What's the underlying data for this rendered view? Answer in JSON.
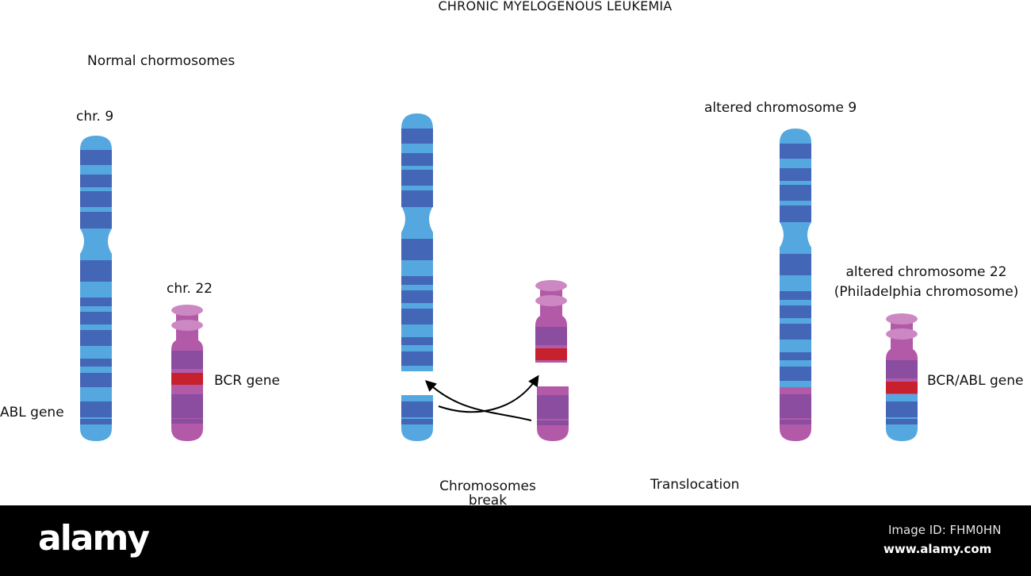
{
  "title": "CHRONIC MYELOGENOUS LEUKEMIA",
  "labels": {
    "normal_chromosomes": "Normal chormosomes",
    "chr9": "chr. 9",
    "chr22": "chr. 22",
    "bcr_gene": "BCR gene",
    "abl_gene": "ABL gene",
    "chromosomes_break_line1": "Chromosomes",
    "chromosomes_break_line2": "break",
    "translocation": "Translocation",
    "altered_chr9": "altered chromosome 9",
    "altered_chr22_line1": "altered chromosome 22",
    "altered_chr22_line2": "(Philadelphia chromosome)",
    "bcr_abl_gene": "BCR/ABL gene"
  },
  "colors": {
    "chr9_light": "#55a7e0",
    "chr9_dark": "#4466b6",
    "chr22_light": "#b25aa8",
    "chr22_dark": "#8a4d9f",
    "chr22_cap": "#cc88c2",
    "gene_red": "#c8212e"
  },
  "watermark": {
    "logo": "alamy",
    "image_id": "Image ID: FHM0HN",
    "url": "www.alamy.com"
  }
}
